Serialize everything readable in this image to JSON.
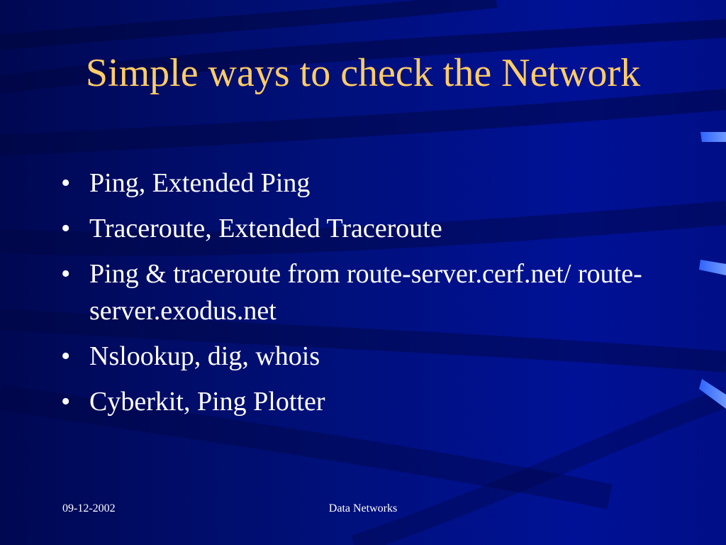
{
  "slide": {
    "title": "Simple ways to check the Network",
    "bullet_char": "•",
    "bullets": [
      "Ping, Extended Ping",
      "Traceroute, Extended Traceroute",
      "Ping & traceroute from route-server.cerf.net/ route-server.exodus.net",
      "Nslookup, dig, whois",
      "Cyberkit, Ping Plotter"
    ],
    "footer": {
      "date": "09-12-2002",
      "title": "Data Networks"
    }
  },
  "colors": {
    "background": "#00107a",
    "title": "#ffcc66",
    "text": "#ffffff",
    "accent_bars": "#3366ff"
  }
}
